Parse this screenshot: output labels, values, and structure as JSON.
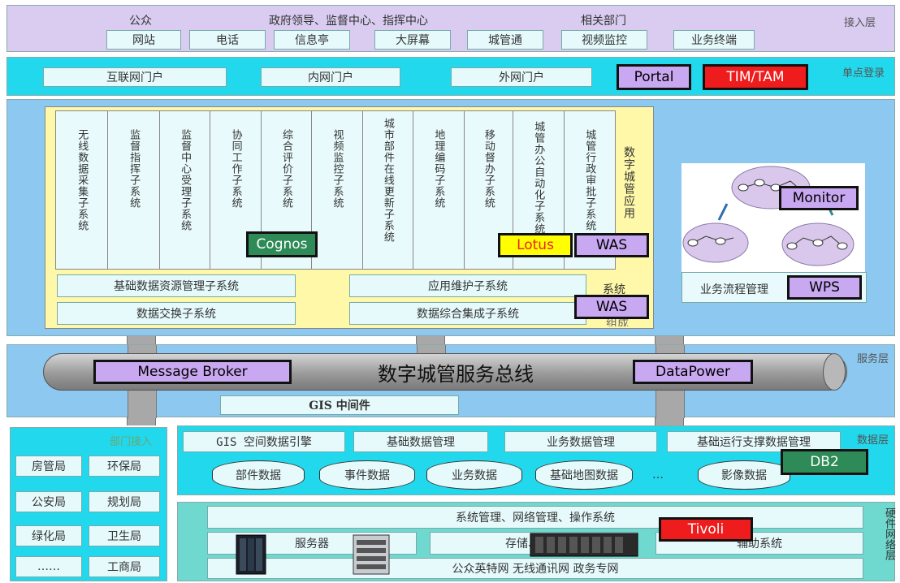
{
  "access_layer": {
    "label": "接入层",
    "groups": [
      "公众",
      "政府领导、监督中心、指挥中心",
      "相关部门"
    ],
    "channels": [
      "网站",
      "电话",
      "信息亭",
      "大屏幕",
      "城管通",
      "视频监控",
      "业务终端"
    ]
  },
  "sso_layer": {
    "label": "单点登录",
    "portals": [
      "互联网门户",
      "内网门户",
      "外网门户"
    ],
    "portal_tag": "Portal",
    "tim_tag": "TIM/TAM"
  },
  "app_layer": {
    "subsystems": [
      "无线数据采集子系统",
      "监督指挥子系统",
      "监督中心受理子系统",
      "协同工作子系统",
      "综合评价子系统",
      "视频监控子系统",
      "城市部件在线更新子系统",
      "地理编码子系统",
      "移动督办子系统",
      "城管办公自动化子系统",
      "城管行政审批子系统"
    ],
    "side_title": "数字城管应用",
    "side_title_bottom": "系统",
    "side_title_extra": "组成",
    "bottom_boxes": [
      "基础数据资源管理子系统",
      "应用维护子系统",
      "数据交换子系统",
      "数据综合集成子系统"
    ],
    "cognos_tag": "Cognos",
    "lotus_tag": "Lotus",
    "was_tag_top": "WAS",
    "was_tag_bottom": "WAS",
    "workflow_label": "业务流程管理",
    "monitor_tag": "Monitor",
    "wps_tag": "WPS"
  },
  "service_layer": {
    "label": "服务层",
    "bus_title": "数字城管服务总线",
    "message_broker_tag": "Message Broker",
    "datapower_tag": "DataPower",
    "gis_middleware": "GIS 中间件"
  },
  "dept_access": {
    "label": "部门接入",
    "departments": [
      "房管局",
      "环保局",
      "公安局",
      "规划局",
      "绿化局",
      "卫生局",
      "……",
      "工商局"
    ]
  },
  "data_layer": {
    "label": "数据层",
    "managers": [
      "GIS 空间数据引擎",
      "基础数据管理",
      "业务数据管理",
      "基础运行支撑数据管理"
    ],
    "databases": [
      "部件数据",
      "事件数据",
      "业务数据",
      "基础地图数据",
      "影像数据"
    ],
    "ellipsis": "…",
    "db2_tag": "DB2"
  },
  "hardware_layer": {
    "label": "硬件网络层",
    "row1": "系统管理、网络管理、操作系统",
    "row2": [
      "服务器",
      "存储、备份",
      "辅助系统"
    ],
    "row3": "公众英特网 无线通讯网 政务专网",
    "tivoli_tag": "Tivoli"
  },
  "colors": {
    "access_bg": "#d9ccf0",
    "sso_bg": "#22d8ec",
    "app_bg": "#8cc8f0",
    "app_inner_bg": "#fff8a8",
    "service_bg": "#8cc8f0",
    "data_bg": "#22d8ec",
    "hardware_bg": "#6fd8cf"
  }
}
